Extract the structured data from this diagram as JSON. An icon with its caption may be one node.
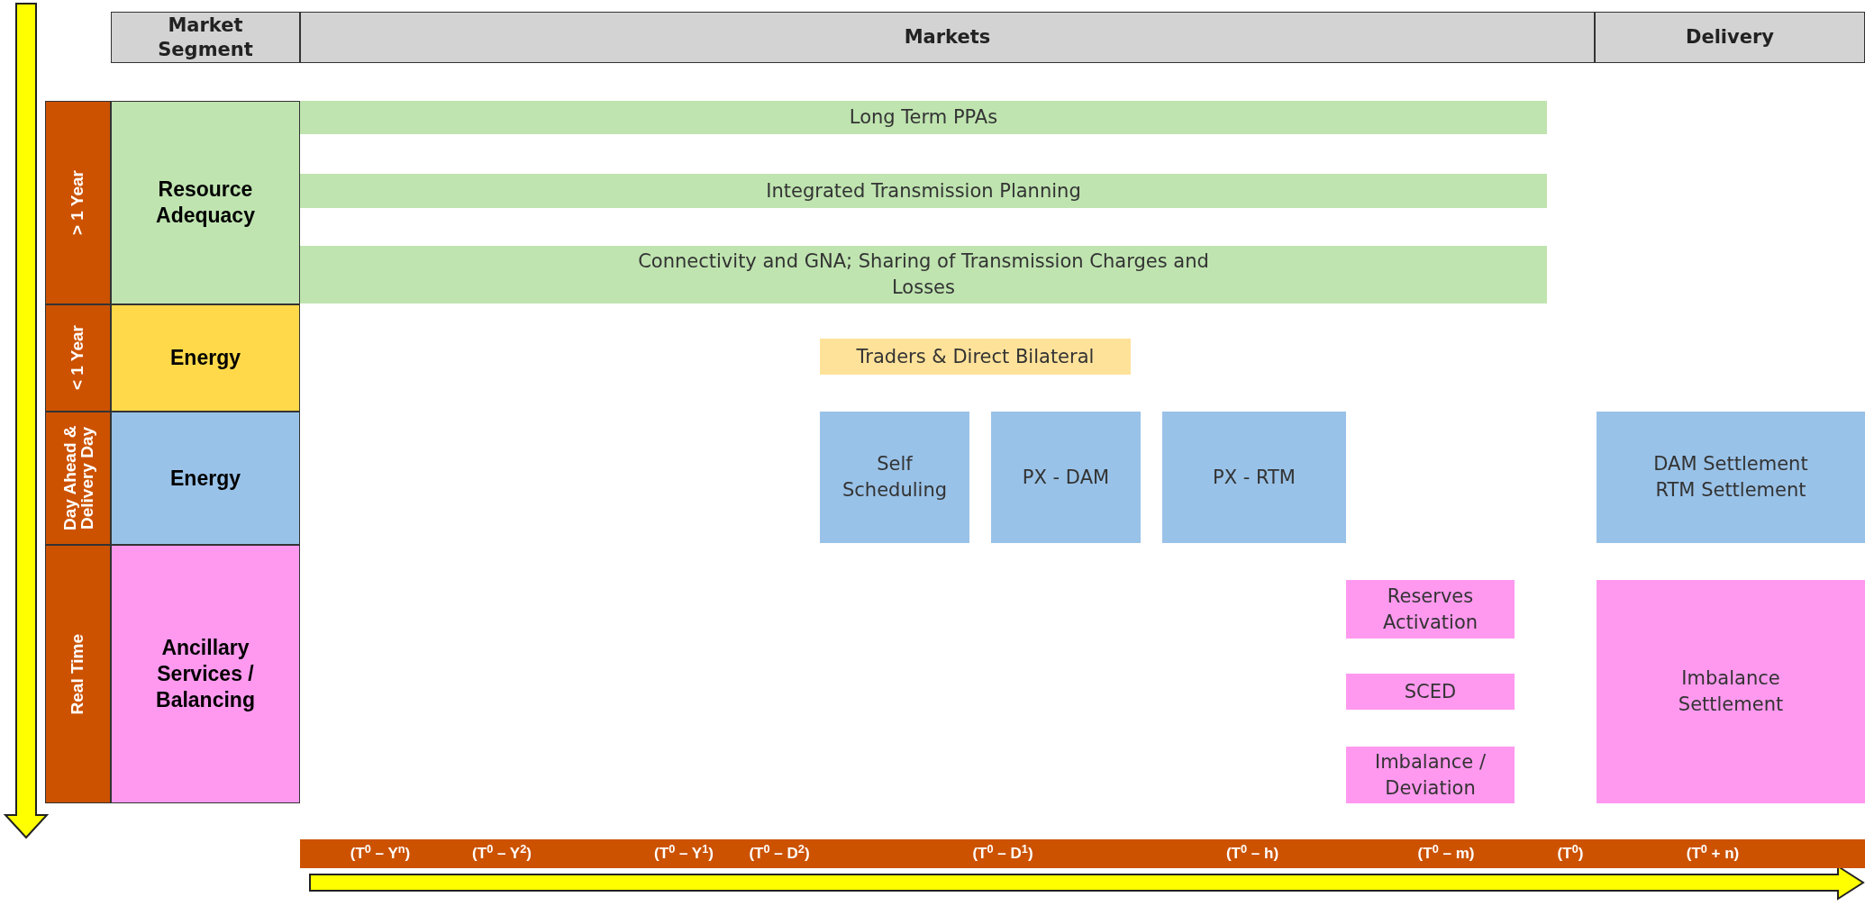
{
  "diagram": {
    "nodes": [
      {
        "text": [
          "Market Segment"
        ]
      },
      {
        "text": [
          "Markets"
        ]
      },
      {
        "text": [
          "Delivery"
        ]
      },
      {
        "text": [
          "> 1 Year"
        ]
      },
      {
        "text": [
          "Resource Adequacy"
        ]
      },
      {
        "text": [
          "< 1 Year"
        ]
      },
      {
        "text": [
          "Energy"
        ]
      },
      {
        "text": [
          "Day Ahead & Delivery Day"
        ]
      },
      {
        "text": [
          "Energy"
        ]
      },
      {
        "text": [
          "Real Time"
        ]
      },
      {
        "text": [
          "Ancillary Services / Balancing"
        ]
      },
      {
        "text": [
          "Long Term PPAs"
        ]
      },
      {
        "text": [
          "Integrated Transmission Planning"
        ]
      },
      {
        "text": [
          "Connectivity and GNA; Sharing of Transmission Charges and Losses"
        ]
      },
      {
        "text": [
          "Traders & Direct Bilateral"
        ]
      },
      {
        "text": [
          "Self Scheduling"
        ]
      },
      {
        "text": [
          "PX - DAM"
        ]
      },
      {
        "text": [
          "PX - RTM"
        ]
      },
      {
        "text": [
          "DAM Settlement",
          "RTM Settlement"
        ]
      },
      {
        "text": [
          "Reserves Activation"
        ]
      },
      {
        "text": [
          "SCED"
        ]
      },
      {
        "text": [
          "Imbalance / Deviation"
        ]
      },
      {
        "text": [
          "Imbalance Settlement"
        ]
      },
      {
        "text": [
          "(T$^{0}$ – Y$^{n}$)",
          "(T$^{0}$ – Y$^{2}$)",
          "(T$^{0}$ – Y$^{1}$)",
          "(T$^{0}$ – D$^{2}$)",
          "(T$^{0}$ – D$^{1}$)",
          "(T$^{0}$ – h)",
          "(T$^{0}$ – m)",
          "(T$^{0}$)",
          "(T$^{0}$ + n)"
        ]
      }
    ]
  }
}
